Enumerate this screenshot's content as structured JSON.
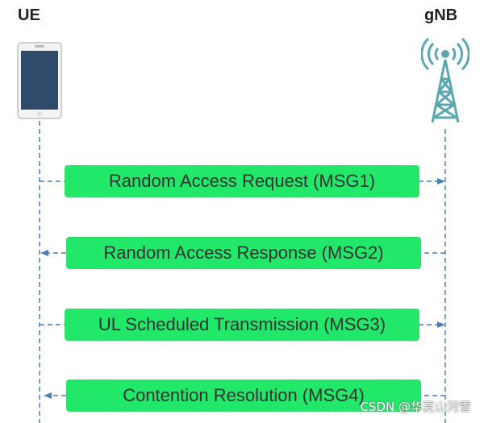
{
  "actors": {
    "left": "UE",
    "right": "gNB"
  },
  "messages": [
    {
      "label": "Random Access Request (MSG1)",
      "direction": "UE-to-gNB"
    },
    {
      "label": "Random Access Response (MSG2)",
      "direction": "gNB-to-UE"
    },
    {
      "label": "UL Scheduled Transmission (MSG3)",
      "direction": "UE-to-gNB"
    },
    {
      "label": "Contention Resolution (MSG4)",
      "direction": "gNB-to-UE"
    }
  ],
  "watermark": "CSDN @华夏山河雪",
  "colors": {
    "message_box": "#22e86a",
    "lifeline": "#4a7fb8",
    "tower": "#5aa7b0",
    "phone_screen": "#2f4a6b"
  },
  "icons": {
    "ue": "smartphone-icon",
    "gnb": "cell-tower-icon"
  }
}
